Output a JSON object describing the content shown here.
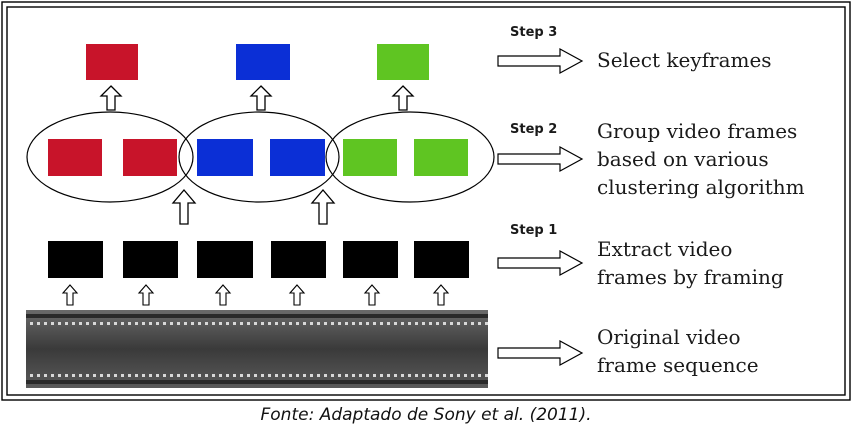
{
  "steps": [
    {
      "label": "Step 3",
      "description": "Select keyframes"
    },
    {
      "label": "Step 2",
      "description_lines": [
        "Group video frames",
        "based on various",
        "clustering algorithm"
      ]
    },
    {
      "label": "Step 1",
      "description_lines": [
        "Extract video",
        "frames by framing"
      ]
    }
  ],
  "source_description_lines": [
    "Original video",
    "frame sequence"
  ],
  "caption": "Fonte: Adaptado de Sony et al. (2011).",
  "colors": {
    "red": "#c8142a",
    "blue": "#0b2fd6",
    "green": "#5fc522",
    "frame": "#000000",
    "film": "#4a4a4a"
  },
  "icons": [
    "up-arrow-icon",
    "right-arrow-icon"
  ]
}
